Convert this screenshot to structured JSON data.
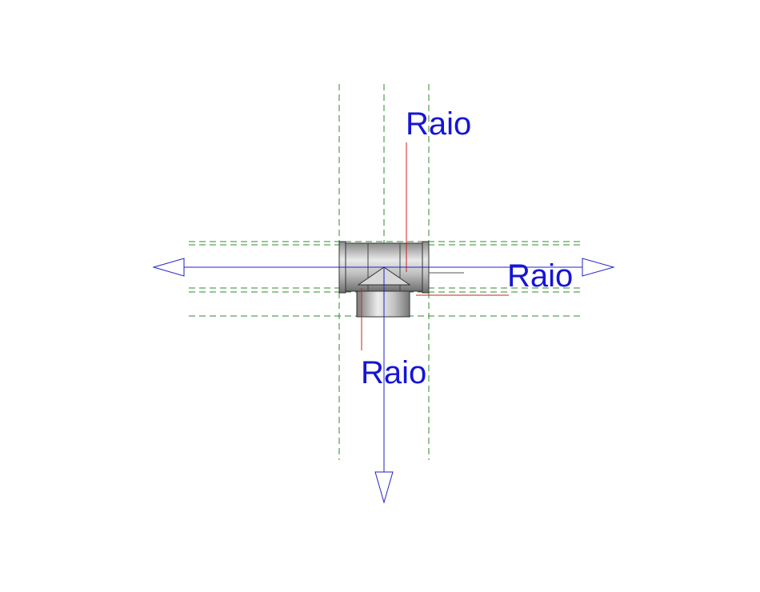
{
  "labels": {
    "top": "Raio",
    "right": "Raio",
    "bottom": "Raio"
  },
  "colors": {
    "background": "#ffffff",
    "reference_lines": "#2e8b2e",
    "connector_axes": "#2222cc",
    "dimension_lines": "#cc2222",
    "label_text": "#1515d6",
    "fitting_body": "#a9a9a9",
    "fitting_outline": "#333333"
  },
  "icons": {
    "connector_left": "hollow-arrow-left-icon",
    "connector_right": "hollow-arrow-right-icon",
    "connector_down": "hollow-arrow-down-icon"
  }
}
